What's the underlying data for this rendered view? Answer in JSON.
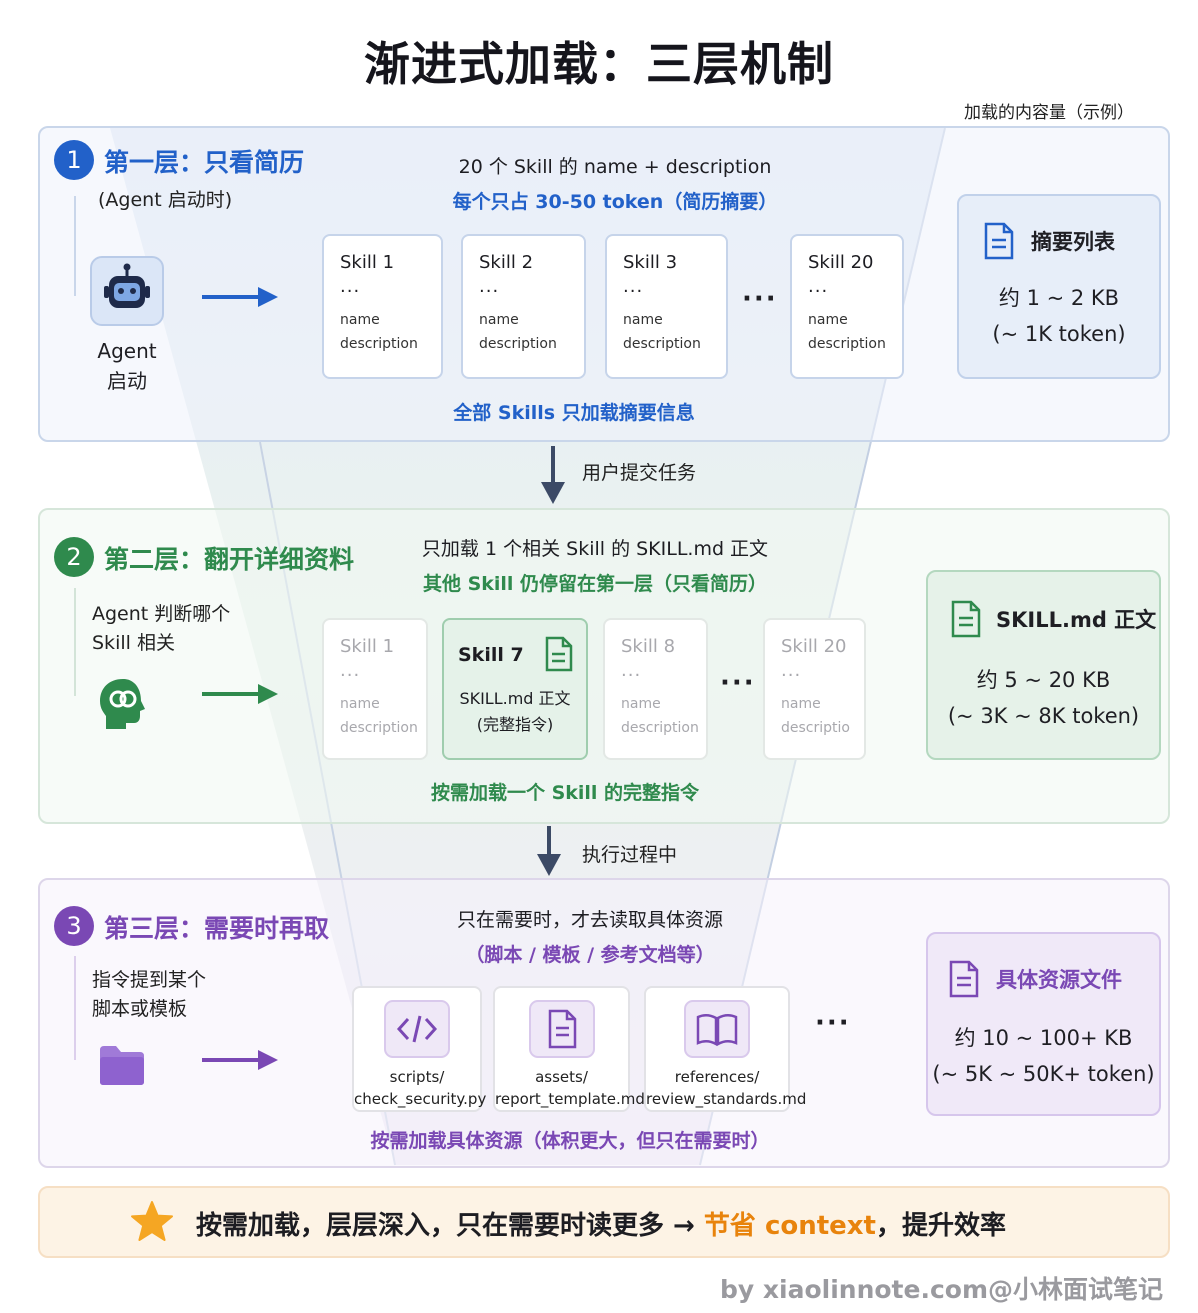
{
  "title": "渐进式加载：三层机制",
  "legend_label": "加载的内容量（示例）",
  "colors": {
    "layer1": "#2261c9",
    "layer2": "#2f8a4d",
    "layer3": "#7a48b4",
    "accent": "#e8830c"
  },
  "layer1": {
    "number": "1",
    "heading": "第一层：只看简历",
    "subtext": "(Agent 启动时)",
    "icon": "robot-icon",
    "agent_label_1": "Agent",
    "agent_label_2": "启动",
    "top_line": "20 个 Skill 的 name + description",
    "top_sub": "每个只占 30-50 token（简历摘要）",
    "cards": [
      {
        "name": "Skill 1",
        "dots": "···",
        "line1": "name",
        "line2": "description"
      },
      {
        "name": "Skill 2",
        "dots": "···",
        "line1": "name",
        "line2": "description"
      },
      {
        "name": "Skill 3",
        "dots": "···",
        "line1": "name",
        "line2": "description"
      },
      {
        "name": "Skill 20",
        "dots": "···",
        "line1": "name",
        "line2": "description"
      }
    ],
    "ellipsis": "···",
    "footer": "全部 Skills 只加载摘要信息",
    "panel": {
      "icon": "document-icon",
      "title": "摘要列表",
      "line1": "约 1 ~ 2 KB",
      "line2": "(~ 1K token)"
    }
  },
  "step1": "用户提交任务",
  "layer2": {
    "number": "2",
    "heading": "第二层：翻开详细资料",
    "subtext_1": "Agent 判断哪个",
    "subtext_2": "Skill 相关",
    "icon": "brain-head-icon",
    "top_line": "只加载 1 个相关 Skill 的 SKILL.md 正文",
    "top_sub": "其他 Skill 仍停留在第一层（只看简历）",
    "cards": [
      {
        "name": "Skill 1",
        "dots": "···",
        "line1": "name",
        "line2": "description"
      },
      {
        "name": "Skill 8",
        "dots": "···",
        "line1": "name",
        "line2": "description"
      },
      {
        "name": "Skill 20",
        "dots": "···",
        "line1": "name",
        "line2": "descriptio"
      }
    ],
    "active_card": {
      "name": "Skill 7",
      "line1": "SKILL.md 正文",
      "line2": "(完整指令)",
      "icon": "document-icon"
    },
    "ellipsis": "···",
    "footer": "按需加载一个 Skill 的完整指令",
    "panel": {
      "icon": "document-icon",
      "title": "SKILL.md 正文",
      "line1": "约 5 ~ 20 KB",
      "line2": "(~ 3K ~ 8K token)"
    }
  },
  "step2": "执行过程中",
  "layer3": {
    "number": "3",
    "heading": "第三层：需要时再取",
    "subtext_1": "指令提到某个",
    "subtext_2": "脚本或模板",
    "icon": "folder-icon",
    "top_line": "只在需要时，才去读取具体资源",
    "top_sub": "（脚本 / 模板 / 参考文档等）",
    "resources": [
      {
        "icon": "code-icon",
        "line1": "scripts/",
        "line2": "check_security.py"
      },
      {
        "icon": "document-icon",
        "line1": "assets/",
        "line2": "report_template.md"
      },
      {
        "icon": "book-icon",
        "line1": "references/",
        "line2": "review_standards.md"
      }
    ],
    "ellipsis": "···",
    "footer": "按需加载具体资源（体积更大，但只在需要时）",
    "panel": {
      "icon": "document-icon",
      "title": "具体资源文件",
      "line1": "约 10 ~ 100+ KB",
      "line2": "(~ 5K ~ 50K+ token)"
    }
  },
  "banner": {
    "icon": "star-icon",
    "text_main": "按需加载，层层深入，只在需要时读更多 → ",
    "text_accent": "节省 context",
    "text_end": "，提升效率"
  },
  "credit": "by xiaolinnote.com@小林面试笔记"
}
